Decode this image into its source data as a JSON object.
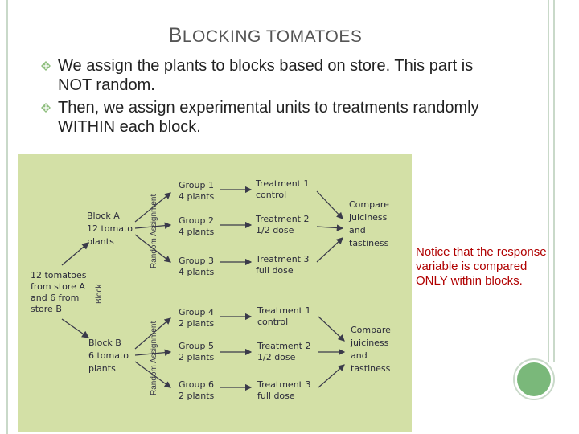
{
  "slide": {
    "title_first_letter": "B",
    "title_rest": "LOCKING TOMATOES",
    "bullets": [
      "We assign the plants to blocks based on store. This part is NOT random.",
      "Then, we assign experimental units to treatments randomly WITHIN each block."
    ],
    "note": "Notice that the response variable is compared  ONLY within blocks.",
    "colors": {
      "note_text": "#b00000",
      "diagram_bg": "#d3e0a6",
      "accent_circle": "#7ab87a"
    }
  },
  "diagram": {
    "source": [
      "12 tomatoes",
      "from store A",
      "and 6 from",
      "store B"
    ],
    "block_label": "Block",
    "random_label": "Random Assignment",
    "blocks": [
      {
        "label": [
          "Block A",
          "12 tomato",
          "plants"
        ],
        "groups": [
          {
            "name": "Group 1",
            "size": "4 plants",
            "treatment": "Treatment 1",
            "level": "control"
          },
          {
            "name": "Group 2",
            "size": "4 plants",
            "treatment": "Treatment 2",
            "level": "1/2 dose"
          },
          {
            "name": "Group 3",
            "size": "4 plants",
            "treatment": "Treatment 3",
            "level": "full dose"
          }
        ],
        "compare": [
          "Compare",
          "juiciness",
          "and",
          "tastiness"
        ]
      },
      {
        "label": [
          "Block B",
          "6 tomato",
          "plants"
        ],
        "groups": [
          {
            "name": "Group 4",
            "size": "2 plants",
            "treatment": "Treatment 1",
            "level": "control"
          },
          {
            "name": "Group 5",
            "size": "2 plants",
            "treatment": "Treatment 2",
            "level": "1/2 dose"
          },
          {
            "name": "Group 6",
            "size": "2 plants",
            "treatment": "Treatment 3",
            "level": "full dose"
          }
        ],
        "compare": [
          "Compare",
          "juiciness",
          "and",
          "tastiness"
        ]
      }
    ]
  }
}
